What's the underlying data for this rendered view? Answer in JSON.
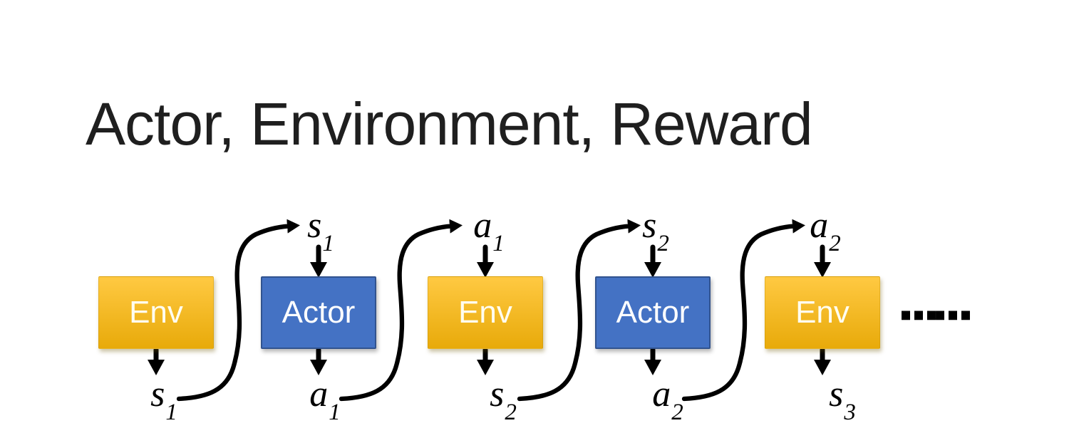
{
  "title": "Actor, Environment, Reward",
  "colors": {
    "background": "#FFFFFF",
    "title_color": "#1F1F1F",
    "env_gradient_top": "#FFC942",
    "env_gradient_bottom": "#E8AA0A",
    "actor_fill": "#4472C4",
    "actor_border": "#31538F",
    "arrow_color": "#000000",
    "box_text": "#FFFFFF"
  },
  "diagram": {
    "boxes": [
      {
        "type": "env",
        "label": "Env",
        "bottom_output": {
          "base": "s",
          "sub": "1"
        }
      },
      {
        "type": "actor",
        "label": "Actor",
        "top_input": {
          "base": "s",
          "sub": "1"
        },
        "bottom_output": {
          "base": "a",
          "sub": "1"
        }
      },
      {
        "type": "env",
        "label": "Env",
        "top_input": {
          "base": "a",
          "sub": "1"
        },
        "bottom_output": {
          "base": "s",
          "sub": "2"
        }
      },
      {
        "type": "actor",
        "label": "Actor",
        "top_input": {
          "base": "s",
          "sub": "2"
        },
        "bottom_output": {
          "base": "a",
          "sub": "2"
        }
      },
      {
        "type": "env",
        "label": "Env",
        "top_input": {
          "base": "a",
          "sub": "2"
        },
        "bottom_output": {
          "base": "s",
          "sub": "3"
        }
      }
    ],
    "ellipsis": "……"
  }
}
